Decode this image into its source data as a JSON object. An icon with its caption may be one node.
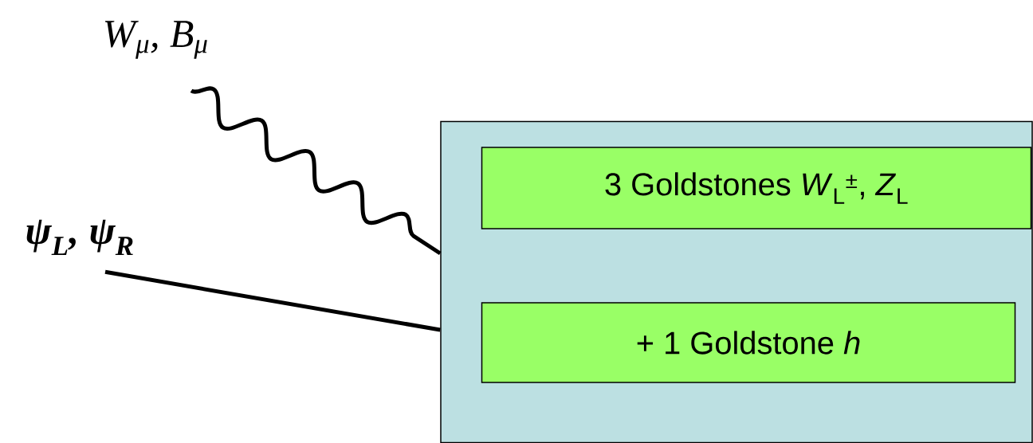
{
  "diagram": {
    "nodes": [
      {
        "text": [
          "W$_{μ}$, B$_{μ}$"
        ]
      },
      {
        "text": [
          "ψ$_{L}$, ψ$_{R}$"
        ]
      },
      {
        "text": [],
        "shape": "box"
      },
      {
        "text": [
          "3 Goldstones *W*$_{L}$$^{±}$, *Z*$_{L}$"
        ],
        "in": 2
      },
      {
        "text": [
          "+ 1 Goldstone *h*"
        ],
        "in": 2
      }
    ],
    "edges": [
      {
        "from": 0,
        "to": 2,
        "arrow": "none"
      },
      {
        "from": 1,
        "to": 2,
        "arrow": "none"
      }
    ]
  }
}
